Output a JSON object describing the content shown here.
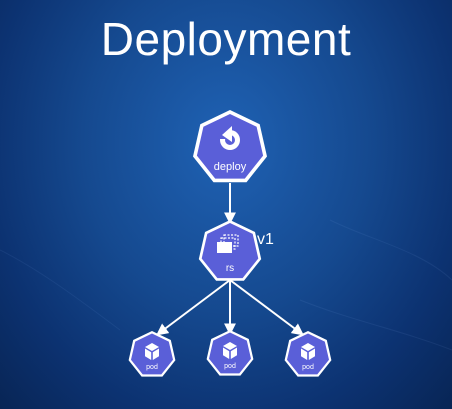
{
  "title": "Deployment",
  "nodes": {
    "deploy": {
      "label": "deploy"
    },
    "rs": {
      "label": "rs",
      "version": "v1"
    },
    "pods": [
      {
        "label": "pod"
      },
      {
        "label": "pod"
      },
      {
        "label": "pod"
      }
    ]
  },
  "colors": {
    "node_fill": "#5a5fd8",
    "node_stroke": "#ffffff",
    "background": "#15498f",
    "connector": "#ffffff"
  },
  "icons": {
    "deploy": "cycle-arrow-icon",
    "rs": "stacked-windows-icon",
    "pod": "cube-icon"
  }
}
